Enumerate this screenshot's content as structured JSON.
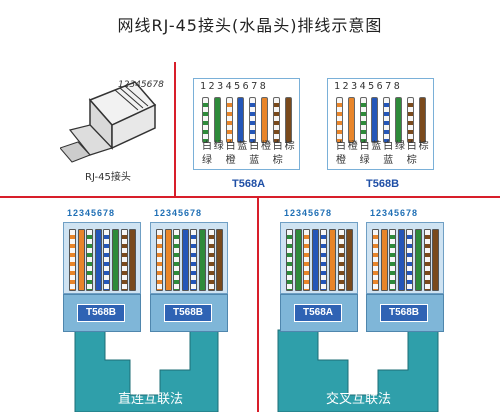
{
  "title": "网线RJ-45接头(水晶头)排线示意图",
  "rj45": {
    "numbers": "12345678",
    "label": "RJ-45接头"
  },
  "pin_numbers": [
    "1",
    "2",
    "3",
    "4",
    "5",
    "6",
    "7",
    "8"
  ],
  "t568a": {
    "label": "T568A",
    "row1": [
      "白",
      "绿",
      "白",
      "蓝",
      "白",
      "橙",
      "白",
      "棕"
    ],
    "row2": [
      "绿",
      "",
      "橙",
      "",
      "蓝",
      "",
      "棕",
      ""
    ]
  },
  "t568b": {
    "label": "T568B",
    "row1": [
      "白",
      "橙",
      "白",
      "蓝",
      "白",
      "绿",
      "白",
      "棕"
    ],
    "row2": [
      "橙",
      "",
      "绿",
      "",
      "蓝",
      "",
      "棕",
      ""
    ]
  },
  "connectors": [
    {
      "label": "T568B",
      "numbers": "12345678"
    },
    {
      "label": "T568B",
      "numbers": "12345678"
    },
    {
      "label": "T568A",
      "numbers": "12345678"
    },
    {
      "label": "T568B",
      "numbers": "12345678"
    }
  ],
  "captions": {
    "straight": "直连互联法",
    "cross": "交叉互联法"
  },
  "colors": {
    "border": "#d81e2a",
    "cable": "#2f9faa",
    "connector": "#7fb6d8",
    "label_text": "#1f4fa6"
  }
}
